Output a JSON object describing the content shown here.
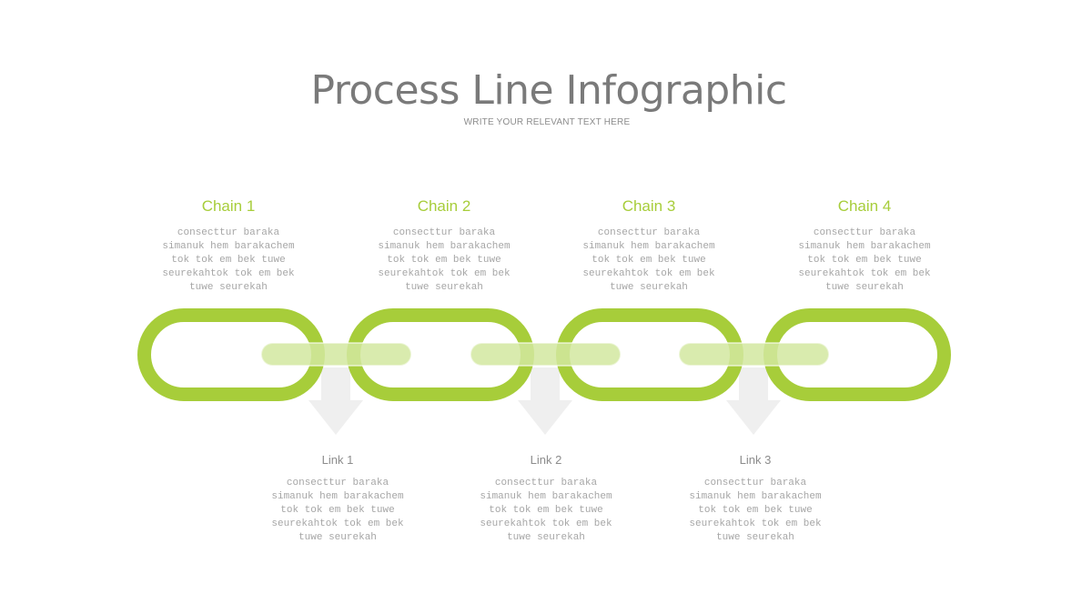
{
  "header": {
    "title": "Process Line Infographic",
    "subtitle": "WRITE YOUR RELEVANT TEXT HERE"
  },
  "chains": [
    {
      "label": "Chain 1",
      "text": "consecttur baraka\nsimanuk hem barakachem\ntok tok em bek tuwe\nseurekahtok tok em bek\ntuwe seurekah"
    },
    {
      "label": "Chain 2",
      "text": "consecttur baraka\nsimanuk hem barakachem\ntok tok em bek tuwe\nseurekahtok tok em bek\ntuwe seurekah"
    },
    {
      "label": "Chain 3",
      "text": "consecttur baraka\nsimanuk hem barakachem\ntok tok em bek tuwe\nseurekahtok tok em bek\ntuwe seurekah"
    },
    {
      "label": "Chain 4",
      "text": "consecttur baraka\nsimanuk hem barakachem\ntok tok em bek tuwe\nseurekahtok tok em bek\ntuwe seurekah"
    }
  ],
  "links": [
    {
      "label": "Link 1",
      "text": "consecttur baraka\nsimanuk hem barakachem\ntok tok em bek tuwe\nseurekahtok tok em bek\ntuwe seurekah"
    },
    {
      "label": "Link 2",
      "text": "consecttur baraka\nsimanuk hem barakachem\ntok tok em bek tuwe\nseurekahtok tok em bek\ntuwe seurekah"
    },
    {
      "label": "Link 3",
      "text": "consecttur baraka\nsimanuk hem barakachem\ntok tok em bek tuwe\nseurekahtok tok em bek\ntuwe seurekah"
    }
  ],
  "colors": {
    "accent": "#a7cd3a",
    "connector": "#d2e7a0",
    "arrow": "#efefef",
    "title": "#7a7a7a",
    "body_text": "#a6a6a6"
  },
  "icons": {
    "chain_ring": "chain-ring-icon",
    "connector_bar": "connector-bar-icon",
    "down_arrow": "down-arrow-icon"
  }
}
